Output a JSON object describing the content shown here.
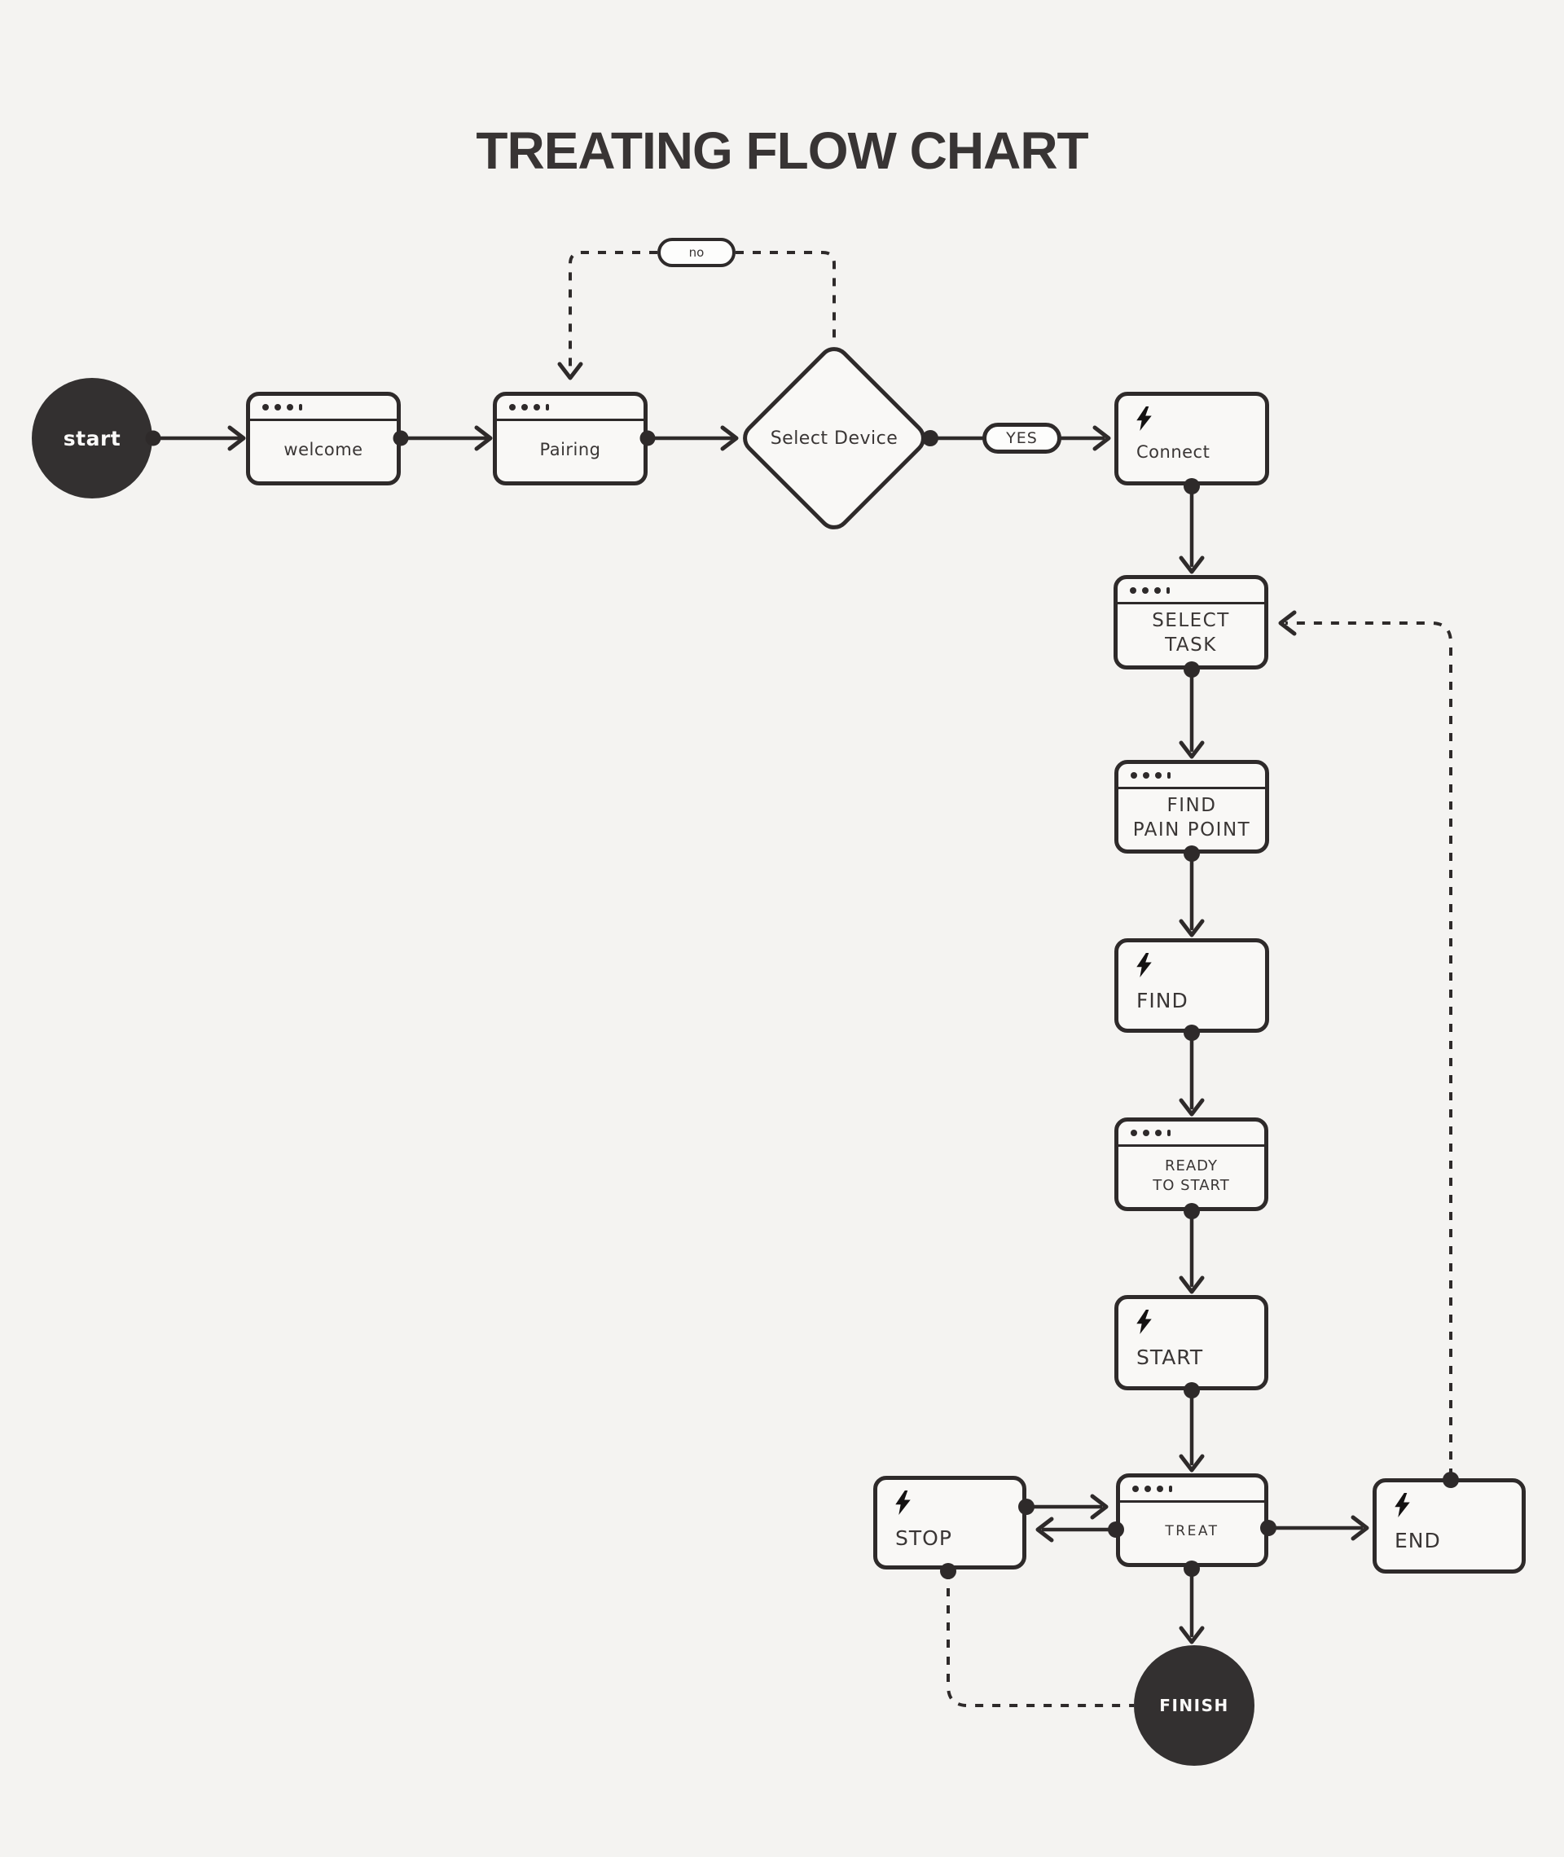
{
  "title": "TREATING FLOW CHART",
  "colors": {
    "background": "#f4f3f1",
    "stroke": "#2e2a2a",
    "dark_fill": "#333030",
    "node_fill": "#f9f8f6",
    "text": "#3a3635"
  },
  "nodes": {
    "start": {
      "label": "start",
      "type": "terminal"
    },
    "welcome": {
      "label": "welcome",
      "type": "window"
    },
    "pairing": {
      "label": "Pairing",
      "type": "window"
    },
    "select_device": {
      "label": "Select Device",
      "type": "decision"
    },
    "no_branch": {
      "label": "no",
      "type": "branch-pill"
    },
    "yes_branch": {
      "label": "YES",
      "type": "branch-pill"
    },
    "connect": {
      "label": "Connect",
      "type": "action"
    },
    "select_task": {
      "line1": "SELECT",
      "line2": "TASK",
      "type": "window"
    },
    "find_pain_point": {
      "line1": "FIND",
      "line2": "PAIN POINT",
      "type": "window"
    },
    "find": {
      "label": "FIND",
      "type": "action"
    },
    "ready_to_start": {
      "line1": "READY",
      "line2": "TO START",
      "type": "window"
    },
    "start_action": {
      "label": "START",
      "type": "action"
    },
    "treat": {
      "label": "TREAT",
      "type": "window"
    },
    "stop": {
      "label": "STOP",
      "type": "action"
    },
    "end": {
      "label": "END",
      "type": "action"
    },
    "finish": {
      "label": "FINISH",
      "type": "terminal"
    }
  }
}
